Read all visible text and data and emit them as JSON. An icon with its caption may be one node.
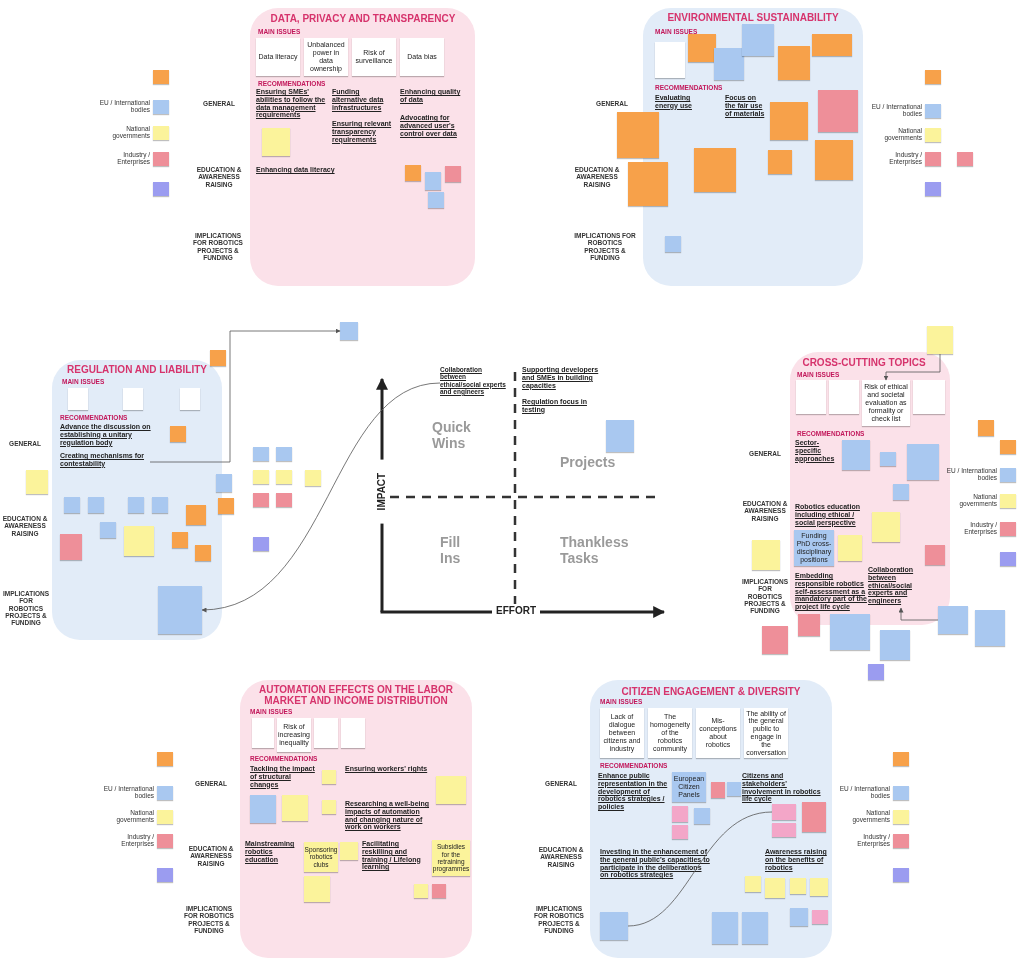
{
  "diagram": {
    "nodes": [
      {
        "text": [
          "DATA, PRIVACY AND TRANSPARENCY",
          "MAIN ISSUES",
          "RECOMMENDATIONS",
          "Ensuring SMEs' abilities to follow the data management requirements",
          "Funding alternative data infrastructures",
          "Enhancing quality of data",
          "Ensuring relevant transparency requirements",
          "Advocating for advanced user's control over data",
          "Enhancing data literacy"
        ]
      },
      {
        "text": [
          "Data literacy"
        ],
        "in": 0
      },
      {
        "text": [
          "Unbalanced power in data ownership"
        ],
        "in": 0
      },
      {
        "text": [
          "Risk of surveillance"
        ],
        "in": 0
      },
      {
        "text": [
          "Data bias"
        ],
        "in": 0
      },
      {
        "text": [],
        "shape": "box",
        "in": 0
      },
      {
        "text": [],
        "shape": "box",
        "in": 0
      },
      {
        "text": [],
        "shape": "box",
        "in": 0
      },
      {
        "text": [],
        "shape": "box",
        "in": 0
      },
      {
        "text": [],
        "shape": "box",
        "in": 0
      },
      {
        "text": [
          "ENVIRONMENTAL SUSTAINABILITY",
          "MAIN ISSUES",
          "RECOMMENDATIONS",
          "Evaluating energy use",
          "Focus on the fair use of materials"
        ]
      },
      {
        "text": [],
        "shape": "box",
        "in": 10
      },
      {
        "text": [],
        "shape": "box",
        "in": 10
      },
      {
        "text": [],
        "shape": "box",
        "in": 10
      },
      {
        "text": [],
        "shape": "box",
        "in": 10
      },
      {
        "text": [],
        "shape": "box",
        "in": 10
      },
      {
        "text": [],
        "shape": "box",
        "in": 10
      },
      {
        "text": [],
        "shape": "box",
        "in": 10
      },
      {
        "text": [],
        "shape": "box",
        "in": 10
      },
      {
        "text": [],
        "shape": "box",
        "in": 10
      },
      {
        "text": [],
        "shape": "box",
        "in": 10
      },
      {
        "text": [],
        "shape": "box",
        "in": 10
      },
      {
        "text": [],
        "shape": "box",
        "in": 10
      },
      {
        "text": [],
        "shape": "box"
      },
      {
        "text": [],
        "shape": "box"
      },
      {
        "text": [
          "REGULATION AND LIABILITY",
          "MAIN ISSUES",
          "RECOMMENDATIONS",
          "Advance the discussion on establishing a unitary regulation body"
        ]
      },
      {
        "text": [
          "Creating mechanisms for contestability"
        ],
        "in": 25
      },
      {
        "text": [],
        "shape": "box",
        "in": 25
      },
      {
        "text": [],
        "shape": "box",
        "in": 25
      },
      {
        "text": [],
        "shape": "box",
        "in": 25
      },
      {
        "text": [],
        "shape": "box",
        "in": 25
      },
      {
        "text": [],
        "shape": "box",
        "in": 25
      },
      {
        "text": [],
        "shape": "box",
        "in": 25
      },
      {
        "text": [],
        "shape": "box",
        "in": 25
      },
      {
        "text": [],
        "shape": "box",
        "in": 25
      },
      {
        "text": [],
        "shape": "box",
        "in": 25
      },
      {
        "text": [],
        "shape": "box",
        "in": 25
      },
      {
        "text": [],
        "shape": "box",
        "in": 25
      },
      {
        "text": [],
        "shape": "box",
        "in": 25
      },
      {
        "text": [],
        "shape": "box",
        "in": 25
      },
      {
        "text": [],
        "shape": "box",
        "in": 25
      },
      {
        "text": [],
        "shape": "box",
        "in": 25
      },
      {
        "text": [],
        "shape": "box"
      },
      {
        "text": [],
        "shape": "box"
      },
      {
        "text": [],
        "shape": "box"
      },
      {
        "text": [],
        "shape": "box"
      },
      {
        "text": [],
        "shape": "box"
      },
      {
        "text": [],
        "shape": "box"
      },
      {
        "text": [],
        "shape": "box"
      },
      {
        "text": [],
        "shape": "box"
      },
      {
        "text": [],
        "shape": "box"
      },
      {
        "text": [],
        "shape": "box"
      },
      {
        "text": [],
        "shape": "box"
      },
      {
        "text": [],
        "shape": "box"
      },
      {
        "text": [],
        "shape": "box"
      },
      {
        "text": [
          "CROSS-CUTTING TOPICS",
          "MAIN ISSUES",
          "RECOMMENDATIONS",
          "Sector-specific approaches",
          "Robotics education including ethical / social perspective",
          "Embedding responsible robotics self-assessment as a mandatory part of the project life cycle"
        ]
      },
      {
        "text": [],
        "shape": "box",
        "in": 55
      },
      {
        "text": [],
        "shape": "box",
        "in": 55
      },
      {
        "text": [
          "Risk of ethical and societal evaluation as formality or check list"
        ],
        "in": 55
      },
      {
        "text": [],
        "shape": "box",
        "in": 55
      },
      {
        "text": [],
        "shape": "box"
      },
      {
        "text": [],
        "shape": "box",
        "in": 55
      },
      {
        "text": [],
        "shape": "box",
        "in": 55
      },
      {
        "text": [],
        "shape": "box",
        "in": 55
      },
      {
        "text": [],
        "shape": "box",
        "in": 55
      },
      {
        "text": [
          "Funding PhD cross-disciplinary positions"
        ],
        "in": 55
      },
      {
        "text": [],
        "shape": "box",
        "in": 55
      },
      {
        "text": [],
        "shape": "box",
        "in": 55
      },
      {
        "text": [
          "Collaboration between ethical/social experts and engineers"
        ],
        "in": 55
      },
      {
        "text": [],
        "shape": "box"
      },
      {
        "text": [],
        "shape": "box"
      },
      {
        "text": [],
        "shape": "box"
      },
      {
        "text": [],
        "shape": "box"
      },
      {
        "text": [],
        "shape": "box"
      },
      {
        "text": [],
        "shape": "box",
        "in": 55
      },
      {
        "text": [],
        "shape": "box"
      },
      {
        "text": [],
        "shape": "box"
      },
      {
        "text": [],
        "shape": "box"
      },
      {
        "text": [],
        "shape": "box"
      },
      {
        "text": [],
        "shape": "box",
        "beside": [
          "EU / International bodies"
        ]
      },
      {
        "text": [],
        "shape": "box",
        "beside": [
          "National governments"
        ]
      },
      {
        "text": [],
        "shape": "box",
        "beside": [
          "Industry / Enterprises"
        ]
      },
      {
        "text": [],
        "shape": "box"
      },
      {
        "text": [],
        "shape": "box"
      },
      {
        "text": [
          "Collaboration between ethical/social experts and engineers"
        ]
      },
      {
        "text": [
          "Supporting developers and SMEs in building capacities"
        ]
      },
      {
        "text": [
          "Regulation focus in testing"
        ]
      },
      {
        "text": [],
        "shape": "box"
      },
      {
        "text": [
          "AUTOMATION EFFECTS ON THE LABOR MARKET AND INCOME DISTRIBUTION",
          "MAIN ISSUES",
          "RECOMMENDATIONS",
          "Tackling the impact of structural changes",
          "Ensuring workers' rights",
          "Researching a well-being impacts of automation and changing nature of work on workers",
          "Mainstreaming robotics education",
          "Facilitating reskilling and training / Lifelong learning"
        ]
      },
      {
        "text": [],
        "shape": "box",
        "in": 88
      },
      {
        "text": [
          "Risk of increasing inequality"
        ],
        "in": 88
      },
      {
        "text": [],
        "shape": "box",
        "in": 88
      },
      {
        "text": [],
        "shape": "box",
        "in": 88
      },
      {
        "text": [
          "Sponsoring robotics clubs"
        ],
        "in": 88
      },
      {
        "text": [
          "Subsidies for the retraining programmes"
        ],
        "in": 88
      },
      {
        "text": [],
        "shape": "box",
        "in": 88
      },
      {
        "text": [],
        "shape": "box",
        "in": 88
      },
      {
        "text": [],
        "shape": "box",
        "in": 88
      },
      {
        "text": [],
        "shape": "box",
        "in": 88
      },
      {
        "text": [],
        "shape": "box",
        "in": 88
      },
      {
        "text": [],
        "shape": "box",
        "in": 88
      },
      {
        "text": [],
        "shape": "box",
        "in": 88
      },
      {
        "text": [],
        "shape": "box",
        "in": 88
      },
      {
        "text": [],
        "shape": "box",
        "in": 88
      },
      {
        "text": [],
        "shape": "box"
      },
      {
        "text": [],
        "shape": "box",
        "beside": [
          "EU / International bodies"
        ]
      },
      {
        "text": [],
        "shape": "box",
        "beside": [
          "National governments"
        ]
      },
      {
        "text": [],
        "shape": "box",
        "beside": [
          "Industry / Enterprises"
        ]
      },
      {
        "text": [],
        "shape": "box"
      },
      {
        "text": [
          "CITIZEN ENGAGEMENT & DIVERSITY",
          "MAIN ISSUES",
          "RECOMMENDATIONS",
          "Enhance public representation in the development of robotics strategies / policies",
          "Citizens and stakeholders' involvement in robotics life cycle",
          "Investing in the enhancement of the general public's capacities to participate in the deliberations on robotics strategies",
          "Awareness raising on the benefits of robotics"
        ]
      },
      {
        "text": [
          "Lack of dialogue between citizens and industry"
        ],
        "in": 109
      },
      {
        "text": [
          "The homogeneity of the robotics community"
        ],
        "in": 109
      },
      {
        "text": [
          "Mis-conceptions about robotics"
        ],
        "in": 109
      },
      {
        "text": [
          "The ability of the general public to engage in the conversation"
        ],
        "in": 109
      },
      {
        "text": [
          "European Citizen Panels"
        ],
        "in": 109
      },
      {
        "text": [],
        "shape": "box",
        "in": 109
      },
      {
        "text": [],
        "shape": "box",
        "in": 109
      },
      {
        "text": [],
        "shape": "box",
        "in": 109
      },
      {
        "text": [],
        "shape": "box",
        "in": 109
      },
      {
        "text": [],
        "shape": "box",
        "in": 109
      },
      {
        "text": [],
        "shape": "box",
        "in": 109
      },
      {
        "text": [],
        "shape": "box",
        "in": 109
      },
      {
        "text": [],
        "shape": "box",
        "in": 109
      },
      {
        "text": [],
        "shape": "box",
        "in": 109
      },
      {
        "text": [],
        "shape": "box",
        "in": 109
      },
      {
        "text": [],
        "shape": "box",
        "in": 109
      },
      {
        "text": [],
        "shape": "box",
        "in": 109
      },
      {
        "text": [],
        "shape": "box",
        "in": 109
      },
      {
        "text": [],
        "shape": "box",
        "in": 109
      },
      {
        "text": [],
        "shape": "box",
        "in": 109
      },
      {
        "text": [],
        "shape": "box",
        "in": 109
      },
      {
        "text": [],
        "shape": "box",
        "in": 109
      },
      {
        "text": [],
        "shape": "box"
      },
      {
        "text": [],
        "shape": "box",
        "beside": [
          "EU / International bodies"
        ]
      },
      {
        "text": [],
        "shape": "box",
        "beside": [
          "National governments"
        ]
      },
      {
        "text": [],
        "shape": "box",
        "beside": [
          "Industry / Enterprises"
        ]
      },
      {
        "text": [],
        "shape": "box"
      },
      {
        "text": [],
        "shape": "box"
      },
      {
        "text": [],
        "shape": "box",
        "beside": [
          "EU / International bodies"
        ]
      },
      {
        "text": [],
        "shape": "box",
        "beside": [
          "National governments"
        ]
      },
      {
        "text": [],
        "shape": "box",
        "beside": [
          "Industry / Enterprises"
        ]
      },
      {
        "text": [],
        "shape": "box"
      },
      {
        "text": [],
        "shape": "box"
      },
      {
        "text": [],
        "shape": "box",
        "beside": [
          "EU / International bodies"
        ]
      },
      {
        "text": [],
        "shape": "box",
        "beside": [
          "National governments"
        ]
      },
      {
        "text": [],
        "shape": "box",
        "beside": [
          "Industry / Enterprises"
        ]
      },
      {
        "text": [],
        "shape": "box"
      },
      {
        "text": [],
        "shape": "box"
      }
    ],
    "edges": [
      {
        "from": 26,
        "to": 42,
        "arrow": "to"
      },
      {
        "from": 84,
        "to": 41,
        "arrow": "to"
      },
      {
        "from": 60,
        "to": 58,
        "arrow": "to"
      },
      {
        "from": 69,
        "to": 68,
        "arrow": "to"
      },
      {
        "from": 129,
        "to": 120,
        "arrow": "none"
      }
    ],
    "labels": [
      "GENERAL",
      "EDUCATION & AWARENESS RAISING",
      "IMPLICATIONS FOR ROBOTICS PROJECTS & FUNDING",
      "GENERAL",
      "EDUCATION & AWARENESS RAISING",
      "IMPLICATIONS FOR ROBOTICS PROJECTS & FUNDING",
      "IMPACT",
      "Quick Wins",
      "Projects",
      "Fill Ins",
      "Thankless Tasks",
      "EFFORT",
      "GENERAL",
      "EDUCATION & AWARENESS RAISING",
      "IMPLICATIONS FOR ROBOTICS PROJECTS & FUNDING",
      "GENERAL",
      "EDUCATION & AWARENESS RAISING",
      "IMPLICATIONS FOR ROBOTICS PROJECTS & FUNDING",
      "GENERAL",
      "EDUCATION & AWARENESS RAISING",
      "IMPLICATIONS FOR ROBOTICS PROJECTS & FUNDING",
      "GENERAL",
      "EDUCATION & AWARENESS RAISING",
      "IMPLICATIONS FOR ROBOTICS PROJECTS & FUNDING"
    ]
  }
}
